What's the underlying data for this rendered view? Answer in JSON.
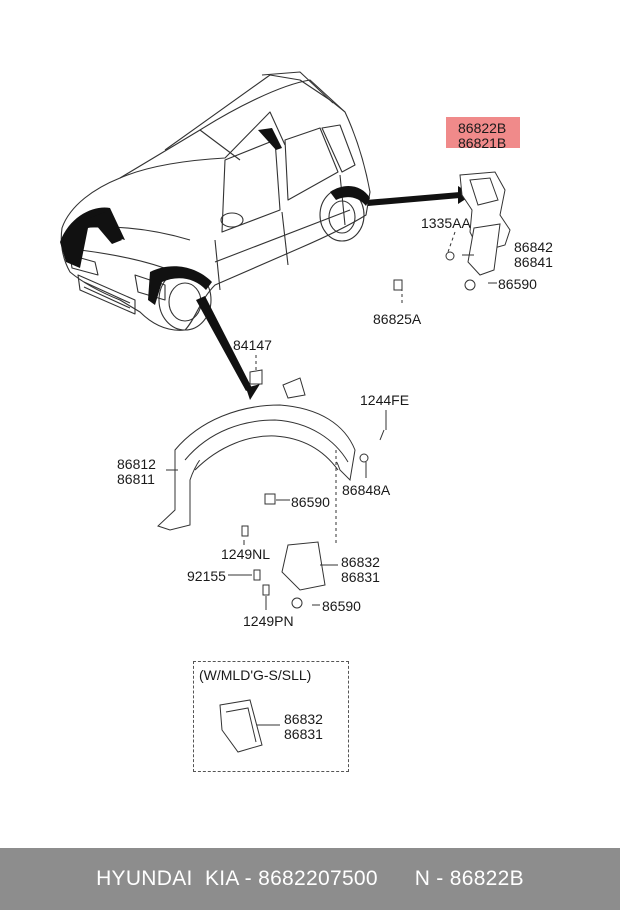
{
  "labels": {
    "p86822B": "86822B",
    "p86821B": "86821B",
    "p1335AA": "1335AA",
    "p86842": "86842",
    "p86841": "86841",
    "p86590_top": "86590",
    "p86825A": "86825A",
    "p84147": "84147",
    "p1244FE": "1244FE",
    "p86812": "86812",
    "p86811": "86811",
    "p86848A": "86848A",
    "p86590_mid": "86590",
    "p1249NL": "1249NL",
    "p92155": "92155",
    "p86832": "86832",
    "p86831": "86831",
    "p86590_low": "86590",
    "p1249PN": "1249PN",
    "note_title": "(W/MLD'G-S/SLL)",
    "p86832_b": "86832",
    "p86831_b": "86831"
  },
  "highlight_color": "#f08a8a",
  "footer": {
    "brand": "HYUNDAI  KIA",
    "part_number": "8682207500",
    "ref": "N - 86822B"
  }
}
